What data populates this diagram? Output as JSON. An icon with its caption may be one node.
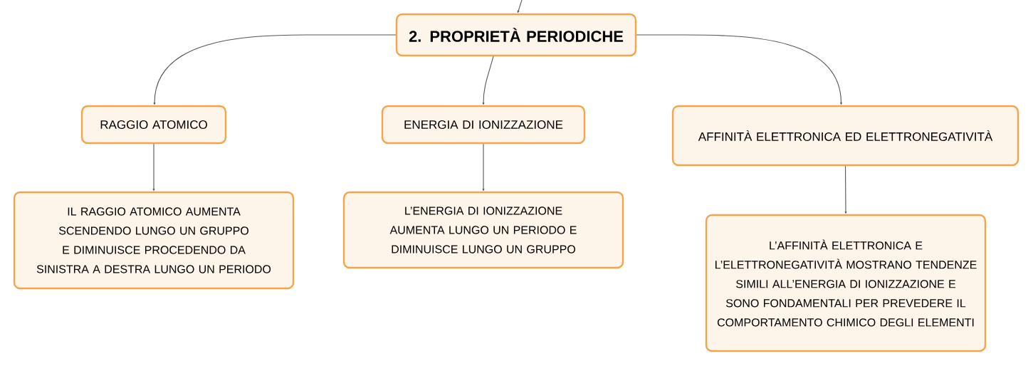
{
  "diagram": {
    "nodes": [
      {
        "text": [
          "2. PROPRIETÀ PERIODICHE"
        ]
      },
      {
        "text": [
          "RAGGIO ATOMICO"
        ]
      },
      {
        "text": [
          "ENERGIA DI IONIZZAZIONE"
        ]
      },
      {
        "text": [
          "AFFINITÀ ELETTRONICA ED ELETTRONEGATIVITÀ"
        ]
      },
      {
        "text": [
          "IL RAGGIO ATOMICO AUMENTA SCENDENDO LUNGO UN GRUPPO E DIMINUISCE PROCEDENDO DA SINISTRA A DESTRA LUNGO UN PERIODO"
        ]
      },
      {
        "text": [
          "L’ENERGIA DI IONIZZAZIONE AUMENTA LUNGO UN PERIODO E DIMINUISCE LUNGO UN GRUPPO"
        ]
      },
      {
        "text": [
          "L’AFFINITÀ ELETTRONICA E L’ELETTRONEGATIVITÀ MOSTRANO TENDENZE SIMILI ALL’ENERGIA DI IONIZZAZIONE E SONO FONDAMENTALI PER PREVEDERE IL COMPORTAMENTO CHIMICO DEGLI ELEMENTI"
        ]
      }
    ],
    "edges": [
      {
        "from": null,
        "to": 0,
        "arrow": "to"
      },
      {
        "from": 0,
        "to": 1,
        "arrow": "to"
      },
      {
        "from": 0,
        "to": 2,
        "arrow": "to"
      },
      {
        "from": 0,
        "to": 3,
        "arrow": "to"
      },
      {
        "from": 1,
        "to": 4,
        "arrow": "to"
      },
      {
        "from": 2,
        "to": 5,
        "arrow": "to"
      },
      {
        "from": 3,
        "to": 6,
        "arrow": "to"
      }
    ]
  }
}
